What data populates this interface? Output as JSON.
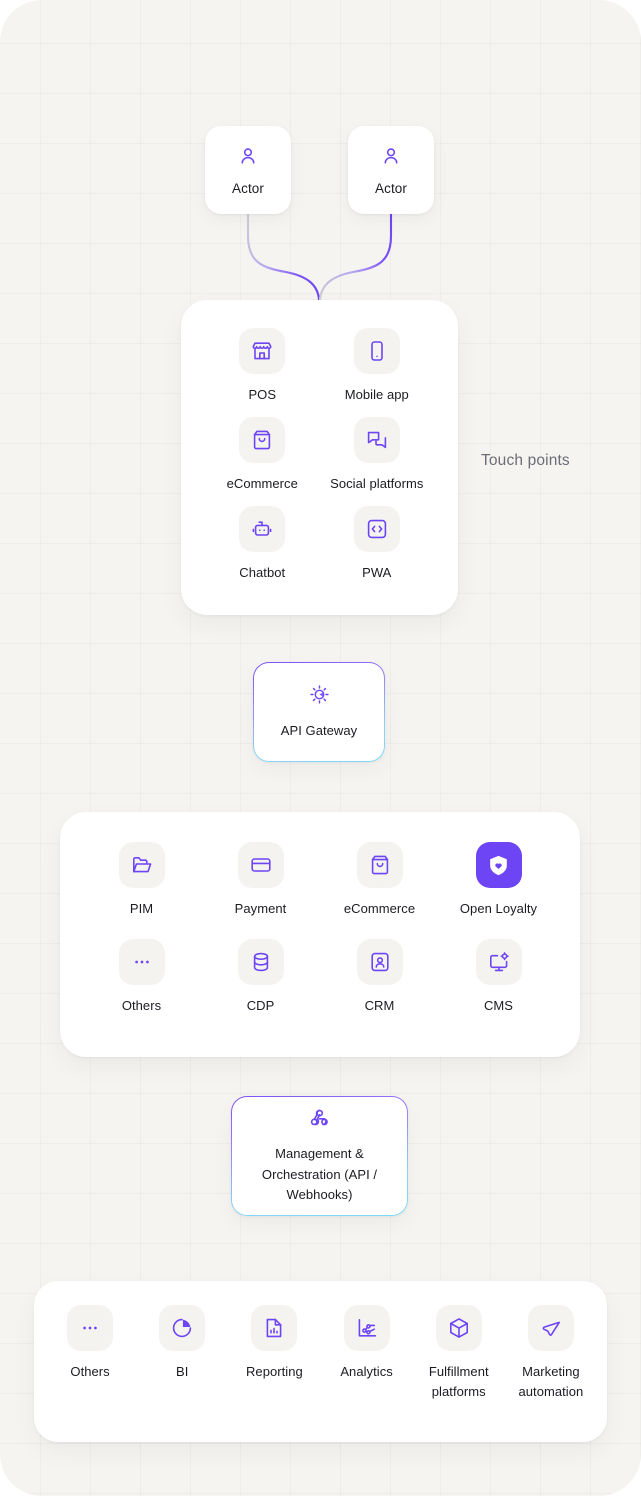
{
  "diagram": {
    "accent_color": "#6d45f5",
    "canvas_bg": "#f5f4f0",
    "side_label": "Touch points",
    "actors": [
      {
        "label": "Actor",
        "icon": "user-icon"
      },
      {
        "label": "Actor",
        "icon": "user-icon"
      }
    ],
    "touch_points": [
      {
        "label": "POS",
        "icon": "store-icon"
      },
      {
        "label": "Mobile app",
        "icon": "mobile-phone-icon"
      },
      {
        "label": "eCommerce",
        "icon": "shopping-bag-icon"
      },
      {
        "label": "Social platforms",
        "icon": "chat-bubbles-icon"
      },
      {
        "label": "Chatbot",
        "icon": "robot-icon"
      },
      {
        "label": "PWA",
        "icon": "code-brackets-icon"
      }
    ],
    "api_gateway": {
      "label": "API Gateway",
      "icon": "gear-icon"
    },
    "services": [
      {
        "label": "PIM",
        "icon": "folder-icon",
        "highlighted": false
      },
      {
        "label": "Payment",
        "icon": "credit-card-icon",
        "highlighted": false
      },
      {
        "label": "eCommerce",
        "icon": "shopping-bag-icon",
        "highlighted": false
      },
      {
        "label": "Open Loyalty",
        "icon": "shield-heart-icon",
        "highlighted": true
      },
      {
        "label": "Others",
        "icon": "ellipsis-icon",
        "highlighted": false
      },
      {
        "label": "CDP",
        "icon": "database-icon",
        "highlighted": false
      },
      {
        "label": "CRM",
        "icon": "user-card-icon",
        "highlighted": false
      },
      {
        "label": "CMS",
        "icon": "monitor-gear-icon",
        "highlighted": false
      }
    ],
    "orchestration": {
      "label": "Management & Orchestration (API / Webhooks)",
      "icon": "webhook-icon"
    },
    "downstream": [
      {
        "label": "Others",
        "icon": "ellipsis-icon"
      },
      {
        "label": "BI",
        "icon": "pie-chart-icon"
      },
      {
        "label": "Reporting",
        "icon": "document-chart-icon"
      },
      {
        "label": "Analytics",
        "icon": "line-chart-nodes-icon"
      },
      {
        "label": "Fulfillment platforms",
        "icon": "box-3d-icon"
      },
      {
        "label": "Marketing automation",
        "icon": "megaphone-icon"
      }
    ]
  }
}
